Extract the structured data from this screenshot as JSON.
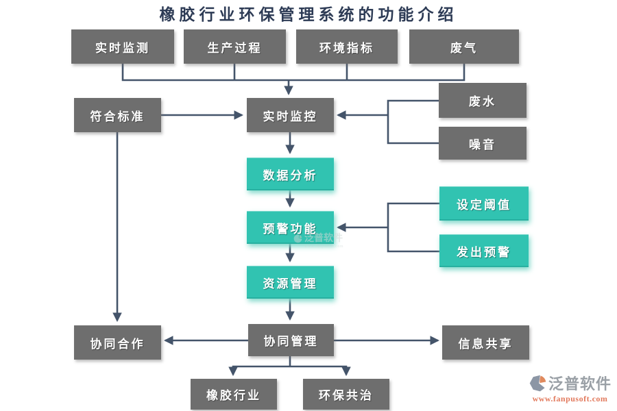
{
  "title": "橡胶行业环保管理系统的功能介绍",
  "colors": {
    "node_gray": "#6e6e6e",
    "node_teal": "#31c3b1",
    "connector": "#44546a",
    "title_text": "#2d3b55",
    "logo_gray": "#9aa0a6",
    "logo_orange": "#e08a5e",
    "logo_url": "#e2795c"
  },
  "boxes": {
    "monitor_realtime": {
      "label": "实时监测"
    },
    "production_process": {
      "label": "生产过程"
    },
    "env_indicators": {
      "label": "环境指标"
    },
    "waste_gas": {
      "label": "废气"
    },
    "meet_standards": {
      "label": "符合标准"
    },
    "realtime_monitoring": {
      "label": "实时监控"
    },
    "waste_water": {
      "label": "废水"
    },
    "noise": {
      "label": "噪音"
    },
    "data_analysis": {
      "label": "数据分析"
    },
    "warning_function": {
      "label": "预警功能"
    },
    "set_threshold": {
      "label": "设定阈值"
    },
    "issue_warning": {
      "label": "发出预警"
    },
    "resource_management": {
      "label": "资源管理"
    },
    "collaboration": {
      "label": "协同合作"
    },
    "collaborative_management": {
      "label": "协同管理"
    },
    "info_sharing": {
      "label": "信息共享"
    },
    "rubber_industry": {
      "label": "橡胶行业"
    },
    "env_cogovernance": {
      "label": "环保共治"
    }
  },
  "edges": [
    {
      "from": "实时监测/生产过程/环境指标/废气",
      "to": "实时监控"
    },
    {
      "from": "符合标准",
      "to": "实时监控"
    },
    {
      "from": "废水/噪音",
      "to": "实时监控"
    },
    {
      "from": "实时监控",
      "to": "数据分析"
    },
    {
      "from": "数据分析",
      "to": "预警功能"
    },
    {
      "from": "设定阈值/发出预警",
      "to": "预警功能"
    },
    {
      "from": "预警功能",
      "to": "资源管理"
    },
    {
      "from": "资源管理",
      "to": "协同管理"
    },
    {
      "from": "符合标准",
      "to": "协同合作"
    },
    {
      "from": "协同管理",
      "to": "协同合作"
    },
    {
      "from": "协同管理",
      "to": "信息共享"
    },
    {
      "from": "协同管理",
      "to": "橡胶行业/环保共治"
    }
  ],
  "watermark": {
    "text": "泛普软件",
    "subtext": "www.fanpusoft.com"
  },
  "logo": {
    "brand": "泛普软件",
    "site": "www.fanpusoft.com"
  }
}
